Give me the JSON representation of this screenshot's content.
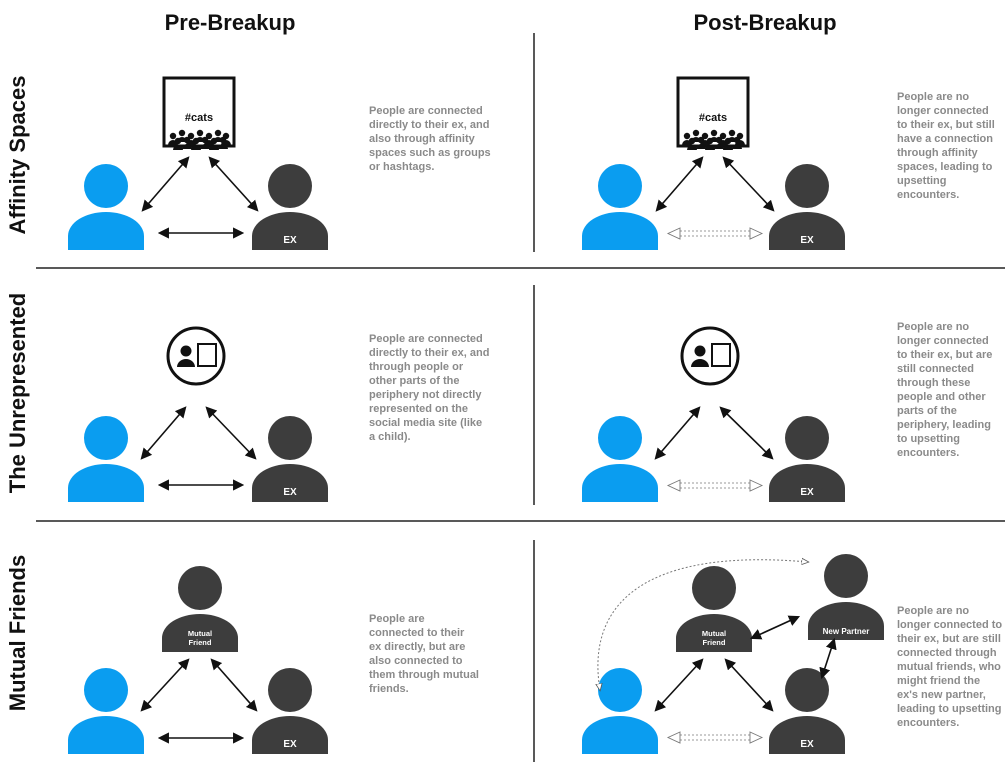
{
  "columns": {
    "pre": "Pre-Breakup",
    "post": "Post-Breakup"
  },
  "rows": {
    "affinity": "Affinity Spaces",
    "unrepresented": "The Unrepresented",
    "mutual": "Mutual Friends"
  },
  "labels": {
    "ex": "EX",
    "hashtag": "#cats",
    "mutual_friend": "Mutual Friend",
    "new_partner": "New Partner"
  },
  "descriptions": {
    "affinity_pre": "People are connected directly to their ex, and also through affinity spaces such as groups or hashtags.",
    "affinity_post": "People are no longer connected to their ex, but still have a connection through affinity spaces, leading to upsetting encounters.",
    "unrep_pre": "People are connected directly to their ex, and through people or other parts of the periphery not directly represented on the social media site (like a child).",
    "unrep_post": "People are no longer connected to their ex, but are still connected through these people and other parts of the periphery, leading to upsetting encounters.",
    "mutual_pre": "People are connected to their ex directly, but are also connected to them through mutual friends.",
    "mutual_post": "People are no longer connected to their ex, but are still connected through mutual friends, who might friend the ex's new partner, leading to upsetting encounters."
  },
  "colors": {
    "user": "#0A9DF0",
    "ex": "#3D3D3D",
    "text_gray": "#8A8A8A",
    "line": "#111111"
  }
}
